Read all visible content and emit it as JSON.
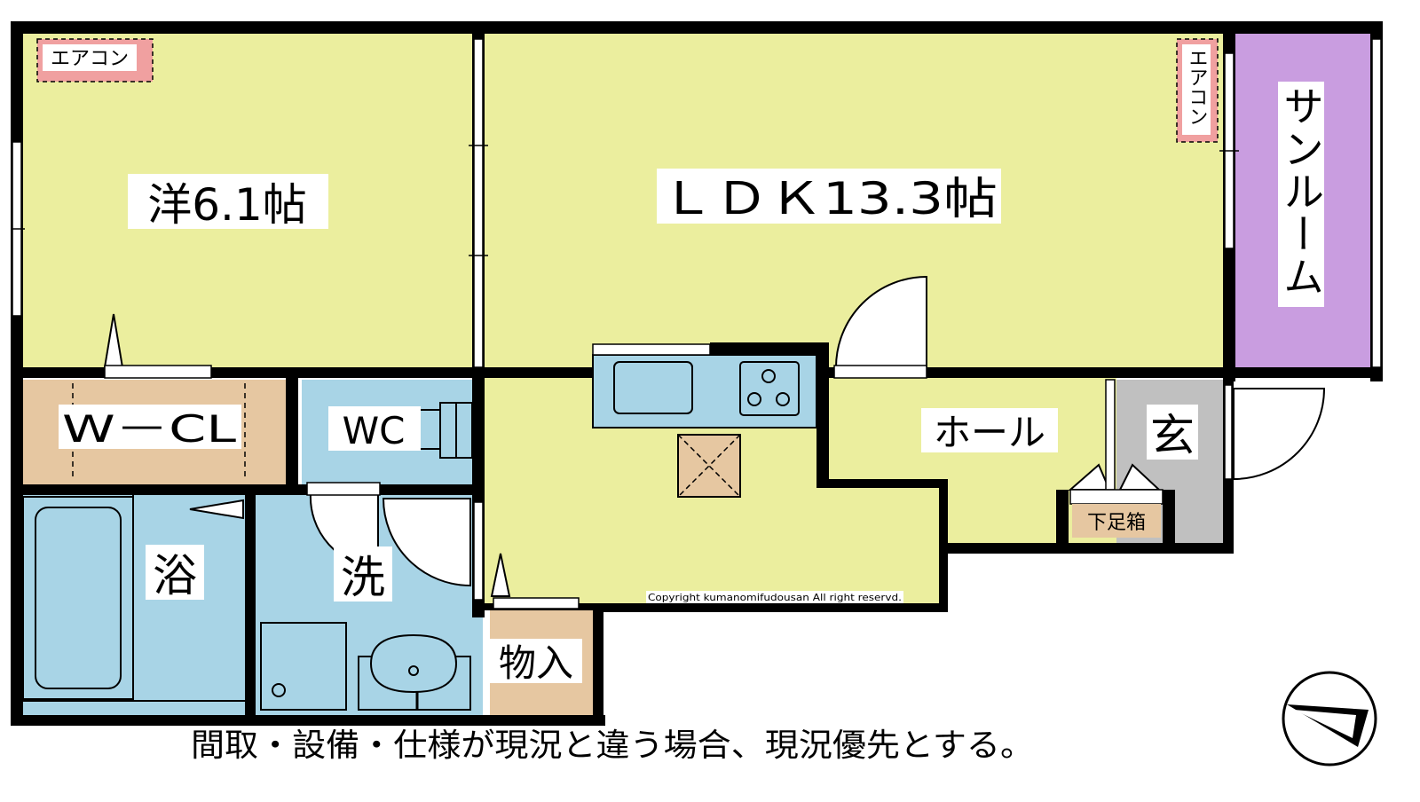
{
  "rooms": {
    "western": "洋6.1帖",
    "ldk": "ＬＤＫ13.3帖",
    "sunroom": "サンルーム",
    "wcl": "W－CL",
    "wc": "WC",
    "bath": "浴",
    "wash": "洗",
    "storage": "物入",
    "hall": "ホール",
    "entrance": "玄",
    "shoe_box": "下足箱"
  },
  "equipment": {
    "aircon_western": "エアコン",
    "aircon_ldk": "エアコン"
  },
  "copyright": "Copyright kumanomifudousan All right reservd.",
  "disclaimer": "間取・設備・仕様が現況と違う場合、現況優先とする。",
  "colors": {
    "living": "#ebee9e",
    "sunroom": "#c99de0",
    "closet": "#e6c7a1",
    "water": "#a8d4e6",
    "entrance": "#c0c0c0",
    "aircon": "#f0a0a0",
    "wall": "#000000"
  }
}
